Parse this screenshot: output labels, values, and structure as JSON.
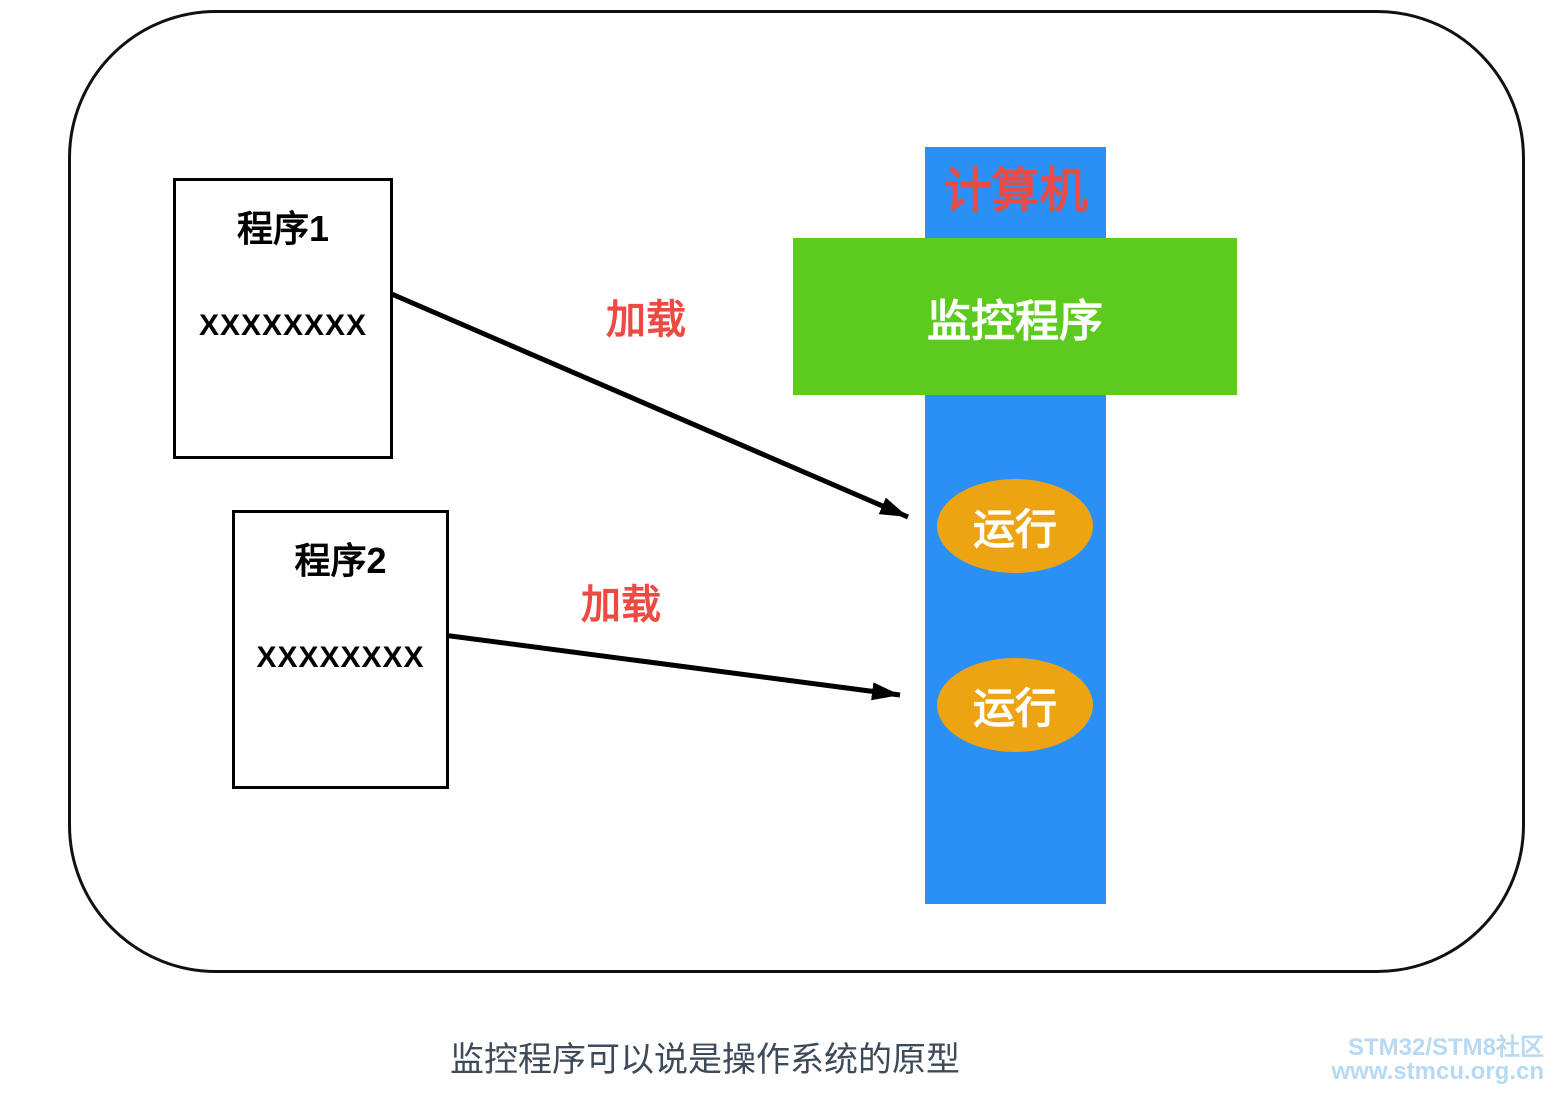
{
  "diagram": {
    "programs": [
      {
        "title": "程序1",
        "content": "XXXXXXXX"
      },
      {
        "title": "程序2",
        "content": "XXXXXXXX"
      }
    ],
    "computer": {
      "label": "计算机"
    },
    "monitor": {
      "label": "监控程序"
    },
    "runs": [
      {
        "label": "运行"
      },
      {
        "label": "运行"
      }
    ],
    "loads": [
      {
        "label": "加载"
      },
      {
        "label": "加载"
      }
    ],
    "caption": "监控程序可以说是操作系统的原型",
    "watermark": {
      "line1": "STM32/STM8社区",
      "line2": "www.stmcu.org.cn"
    },
    "colors": {
      "computer_bar_blue": "#2b90f5",
      "monitor_bar_green": "#5dcb1e",
      "run_ellipse_orange": "#eda413",
      "label_red": "#ec4b43",
      "caption_gray": "#3d4a59",
      "watermark_blue": "#b8d9f2",
      "outline_black": "#111111"
    }
  }
}
